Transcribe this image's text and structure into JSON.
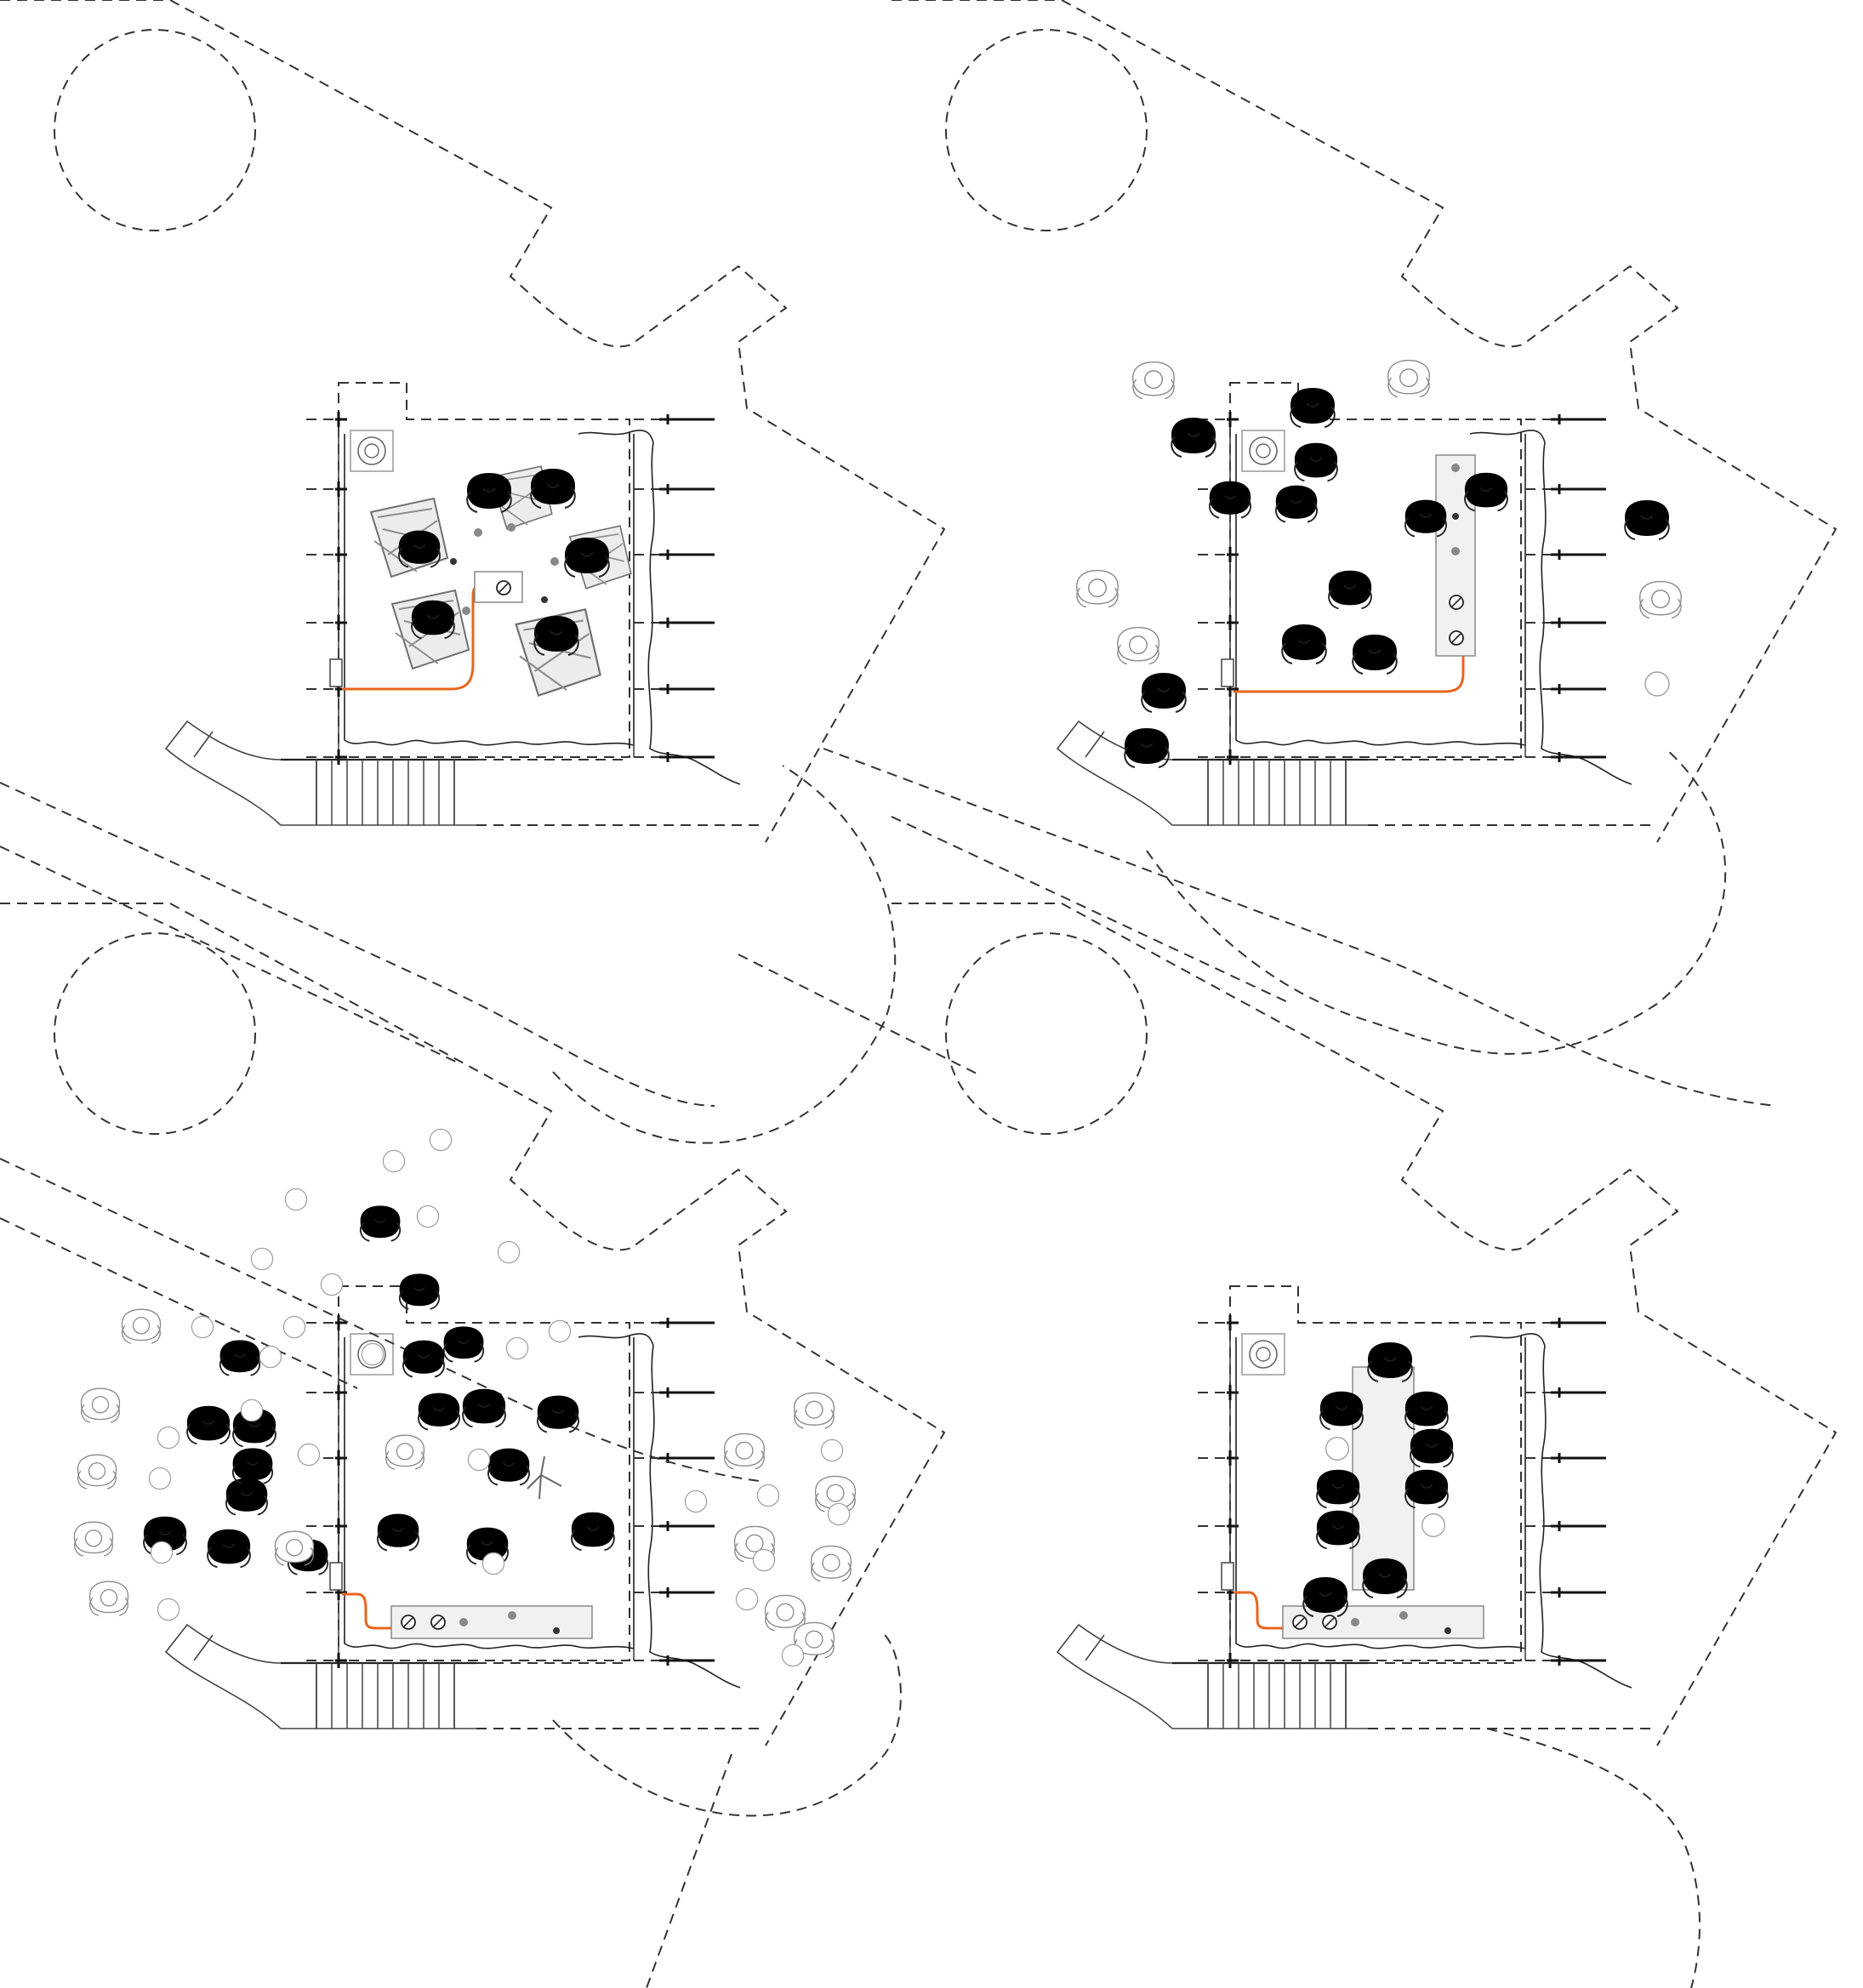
{
  "accent_cable": "#e8651d",
  "panels": [
    {
      "id": "top-left",
      "scenario": "cushions",
      "icons": [
        "cushion-icon",
        "person-icon"
      ]
    },
    {
      "id": "top-right",
      "scenario": "long-table-standing",
      "icons": [
        "table-icon",
        "person-icon"
      ]
    },
    {
      "id": "bottom-left",
      "scenario": "crowd-event",
      "icons": [
        "person-icon",
        "stool-icon"
      ]
    },
    {
      "id": "bottom-right",
      "scenario": "dinner-table",
      "icons": [
        "table-icon",
        "person-icon"
      ]
    }
  ]
}
